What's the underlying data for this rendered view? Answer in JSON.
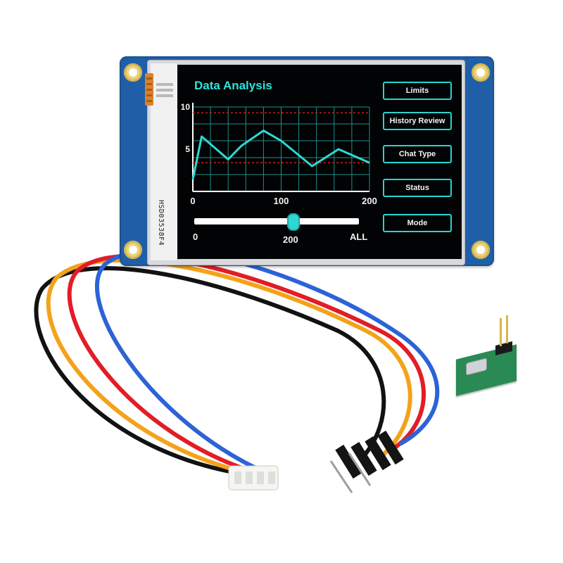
{
  "product": {
    "silkscreen_label": "HSD03538F4"
  },
  "screen": {
    "title": "Data Analysis",
    "menu": [
      {
        "label": "Limits"
      },
      {
        "label": "History Review"
      },
      {
        "label": "Chat Type"
      },
      {
        "label": "Status"
      },
      {
        "label": "Mode"
      }
    ],
    "slider": {
      "min_label": "0",
      "value_label": "200",
      "max_label": "ALL"
    }
  },
  "chart_data": {
    "type": "line",
    "title": "",
    "x": [
      0,
      10,
      40,
      55,
      80,
      100,
      135,
      165,
      200
    ],
    "series": [
      {
        "values": [
          1.4,
          6.5,
          3.8,
          5.4,
          7.2,
          6.0,
          3.0,
          5.0,
          3.4
        ]
      }
    ],
    "xlim": [
      0,
      200
    ],
    "ylim": [
      0,
      10
    ],
    "x_ticks": [
      "0",
      "100",
      "200"
    ],
    "y_ticks": [
      "5",
      "10"
    ],
    "limit_lines": [
      9.3,
      3.4
    ],
    "grid": true,
    "line_color": "#2ed9d4",
    "limit_color": "#d11a1a"
  },
  "colors": {
    "pcb": "#1f5fa8",
    "accent": "#2ee3df"
  }
}
